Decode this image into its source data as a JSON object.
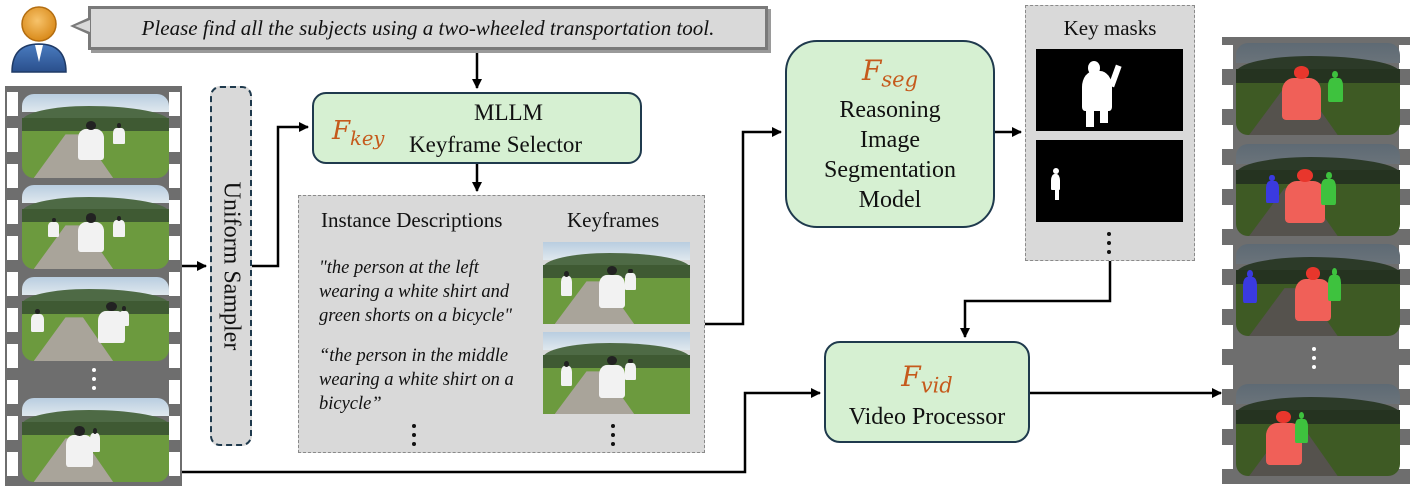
{
  "prompt": {
    "text": "Please find all the subjects using a two-wheeled transportation tool.",
    "icon": "user-avatar-icon"
  },
  "input_video": {
    "label": "input-video-film-strip",
    "visible_frames": 4,
    "ellipsis": "⋮"
  },
  "uniform_sampler": {
    "label": "Uniform Sampler"
  },
  "keyframe_selector": {
    "symbol": "F",
    "subscript": "key",
    "line1": "MLLM",
    "line2": "Keyframe Selector"
  },
  "instance_panel": {
    "descriptions_header": "Instance Descriptions",
    "keyframes_header": "Keyframes",
    "descriptions": [
      "\"the person at the left wearing a white shirt and green shorts on a bicycle\"",
      "“the person in the middle wearing a white shirt on a bicycle”"
    ],
    "ellipsis": "⋮"
  },
  "segmentation_model": {
    "symbol": "F",
    "subscript": "seg",
    "lines": [
      "Reasoning",
      "Image",
      "Segmentation",
      "Model"
    ]
  },
  "key_masks": {
    "header": "Key masks",
    "ellipsis": "⋮"
  },
  "video_processor": {
    "symbol": "F",
    "subscript": "vid",
    "label": "Video Processor"
  },
  "output_video": {
    "label": "output-video-film-strip",
    "visible_frames": 4,
    "ellipsis": "⋮",
    "mask_colors": {
      "subject_1": "#f06058",
      "subject_2": "#3ec23e",
      "subject_3": "#3a3ae0"
    }
  },
  "colors": {
    "module_fill": "#d6f0d2",
    "module_border": "#1f3a4d",
    "symbol": "#c55a1c",
    "panel_fill": "#d9d9d9",
    "film": "#6e6e6e"
  }
}
